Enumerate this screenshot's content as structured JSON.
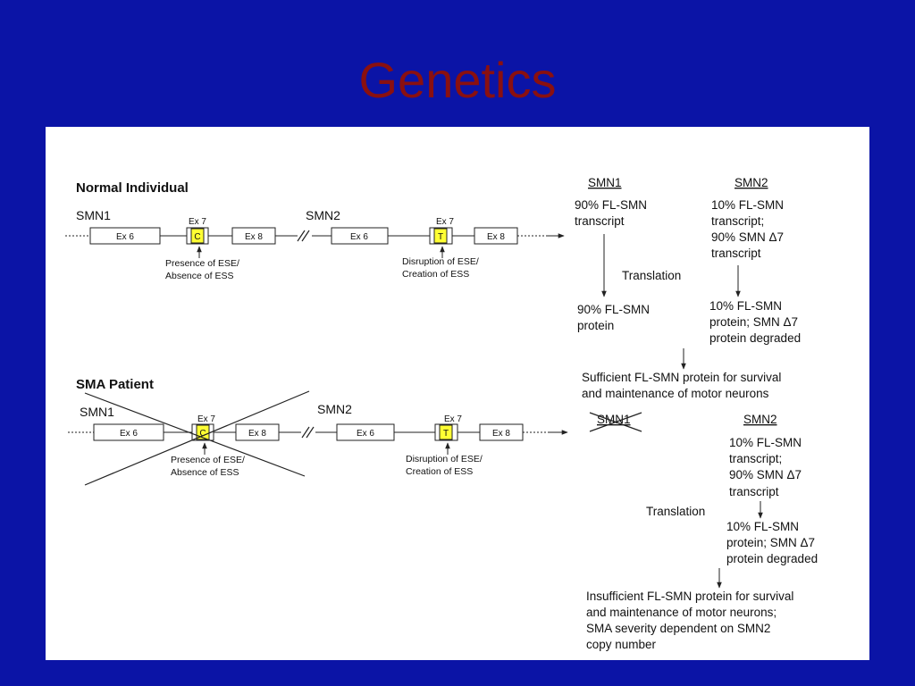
{
  "slide": {
    "title": "Genetics"
  },
  "normal": {
    "heading": "Normal Individual",
    "smn1_label": "SMN1",
    "smn2_label": "SMN2",
    "ex6": "Ex 6",
    "ex7": "Ex 7",
    "ex8": "Ex 8",
    "smn1_base": "C",
    "smn2_base": "T",
    "smn1_note": [
      "Presence of ESE/",
      "Absence of ESS"
    ],
    "smn2_note": [
      "Disruption of ESE/",
      "Creation of ESS"
    ],
    "col1_heading": "SMN1",
    "col1_transcript": [
      "90% FL-SMN",
      "transcript"
    ],
    "col2_heading": "SMN2",
    "col2_transcript": [
      "10% FL-SMN",
      "transcript;",
      "90% SMN Δ7",
      "transcript"
    ],
    "translation": "Translation",
    "col1_protein": [
      "90% FL-SMN",
      "protein"
    ],
    "col2_protein": [
      "10% FL-SMN",
      "protein; SMN Δ7",
      "protein degraded"
    ],
    "outcome": [
      "Sufficient FL-SMN protein for survival",
      "and maintenance of motor neurons"
    ]
  },
  "patient": {
    "heading": "SMA Patient",
    "smn1_label": "SMN1",
    "smn2_label": "SMN2",
    "ex6": "Ex 6",
    "ex7": "Ex 7",
    "ex8": "Ex 8",
    "smn1_base": "C",
    "smn2_base": "T",
    "smn1_note": [
      "Presence of ESE/",
      "Absence of ESS"
    ],
    "smn2_note": [
      "Disruption of ESE/",
      "Creation of ESS"
    ],
    "col1_heading": "SMN1",
    "col2_heading": "SMN2",
    "col2_transcript": [
      "10% FL-SMN",
      "transcript;",
      "90% SMN Δ7",
      "transcript"
    ],
    "translation": "Translation",
    "col2_protein": [
      "10% FL-SMN",
      "protein; SMN Δ7",
      "protein degraded"
    ],
    "outcome": [
      "Insufficient FL-SMN protein for survival",
      "and maintenance of motor neurons;",
      "SMA severity dependent on SMN2",
      "copy number"
    ]
  },
  "colors": {
    "background": "#0b14a6",
    "title": "#8a1010",
    "exon_highlight": "#ffff33"
  }
}
